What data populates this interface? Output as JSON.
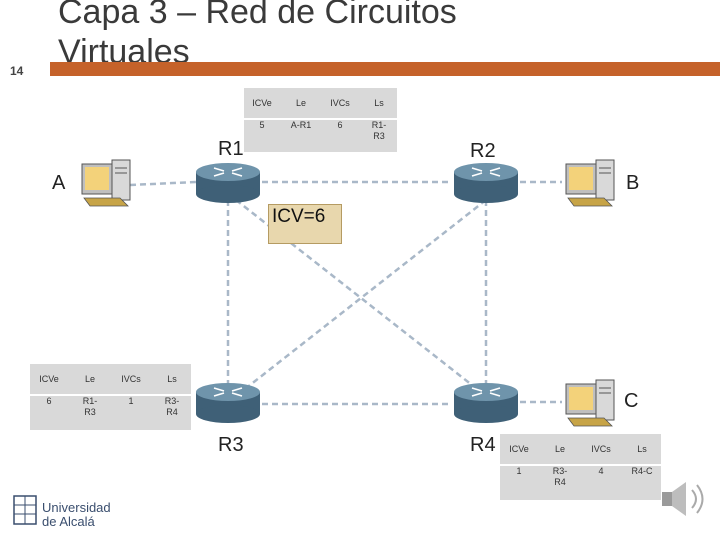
{
  "slide": {
    "number": "14",
    "title_line1": "Capa 3 – Red de Circuitos",
    "title_line2": "Virtuales"
  },
  "colors": {
    "title_bar": "#c5622a",
    "router": "#4d6f86",
    "link_dashed": "#a9b8c8",
    "table_bg": "#d9d9d9"
  },
  "nodes": {
    "hosts": [
      "A",
      "B",
      "C"
    ],
    "routers": [
      "R1",
      "R2",
      "R3",
      "R4"
    ]
  },
  "icv_label": "ICV=6",
  "tables": {
    "r1": {
      "headers": [
        "ICVe",
        "Le",
        "IVCs",
        "Ls"
      ],
      "rows": [
        [
          "5",
          "A-R1",
          "6",
          "R1-R3"
        ]
      ]
    },
    "r3": {
      "headers": [
        "ICVe",
        "Le",
        "IVCs",
        "Ls"
      ],
      "rows": [
        [
          "6",
          "R1-R3",
          "1",
          "R3-R4"
        ]
      ]
    },
    "r4": {
      "headers": [
        "ICVe",
        "Le",
        "IVCs",
        "Ls"
      ],
      "rows": [
        [
          "1",
          "R3-R4",
          "4",
          "R4-C"
        ]
      ]
    }
  },
  "logo": {
    "line1": "Universidad",
    "line2": "de Alcalá"
  },
  "icons": [
    "computer-icon",
    "router-icon",
    "speaker-icon",
    "university-logo-icon"
  ]
}
